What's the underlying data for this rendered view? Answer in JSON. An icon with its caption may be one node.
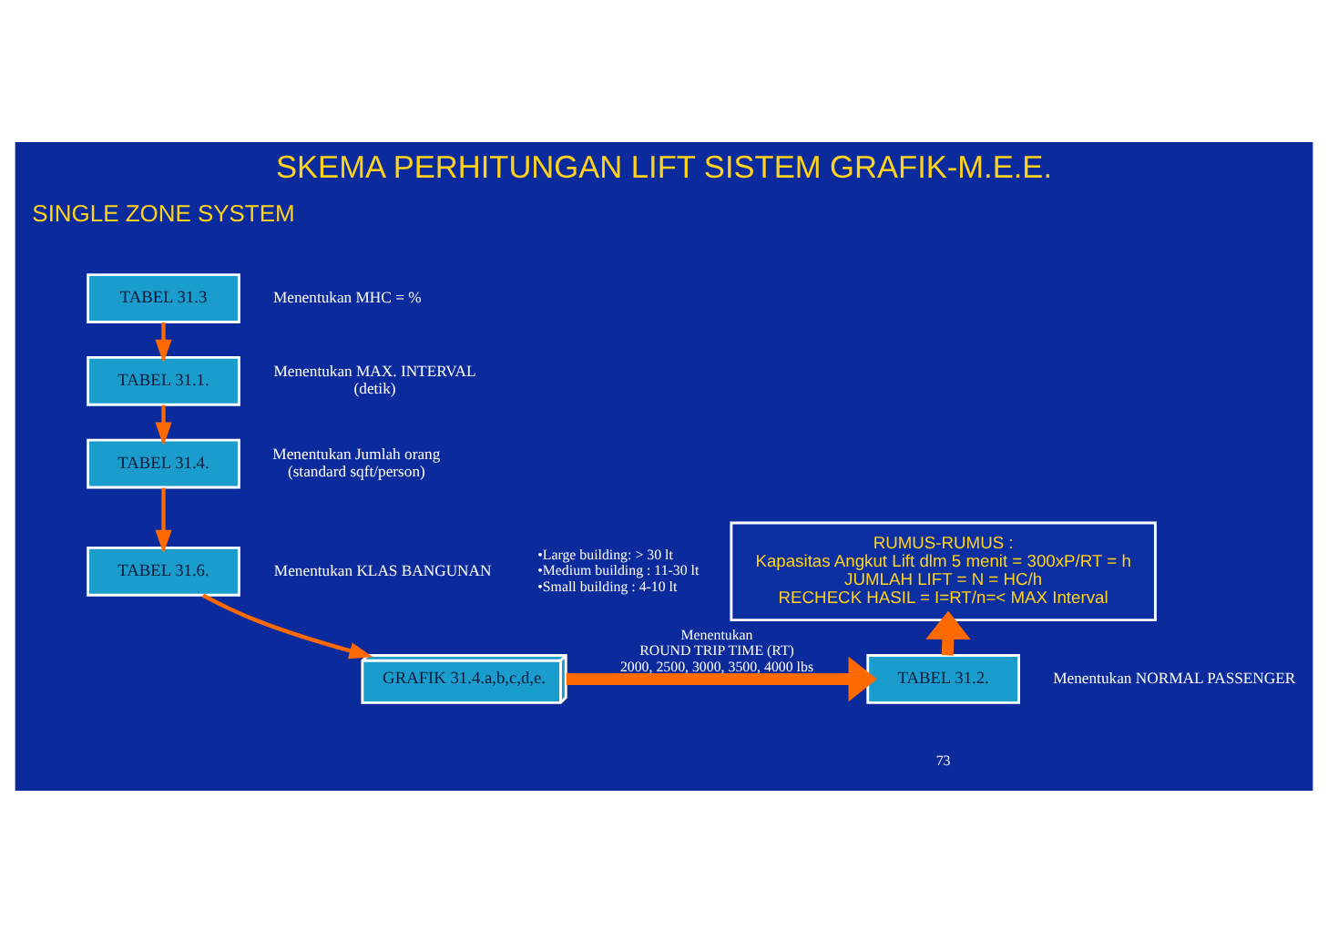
{
  "diagram": {
    "title": "SKEMA PERHITUNGAN LIFT SISTEM GRAFIK-M.E.E.",
    "nodes": [
      {
        "text": [
          "TABEL 31.3"
        ],
        "beside": [
          "Menentukan MHC = %"
        ]
      },
      {
        "text": [
          "TABEL 31.1."
        ],
        "beside": [
          "Menentukan MAX. INTERVAL (detik)"
        ]
      },
      {
        "text": [
          "TABEL 31.4."
        ],
        "beside": [
          "Menentukan Jumlah orang (standard sqft/person)"
        ]
      },
      {
        "text": [
          "TABEL 31.6."
        ],
        "beside": [
          "Menentukan KLAS BANGUNAN"
        ]
      },
      {
        "text": [
          "GRAFIK 31.4.a,b,c,d,e."
        ]
      },
      {
        "text": [
          "TABEL 31.2."
        ],
        "beside": [
          "Menentukan NORMAL PASSENGER"
        ]
      },
      {
        "text": [
          "RUMUS-RUMUS :",
          "Kapasitas Angkut Lift dlm 5 menit = 300xP/RT = h",
          "JUMLAH LIFT = N = HC/h",
          "RECHECK HASIL = I=RT/n=< MAX Interval"
        ]
      }
    ],
    "edges": [
      {
        "from": 0,
        "to": 1,
        "arrow": "to"
      },
      {
        "from": 1,
        "to": 2,
        "arrow": "to"
      },
      {
        "from": 2,
        "to": 3,
        "arrow": "to"
      },
      {
        "from": 3,
        "to": 4,
        "arrow": "to"
      },
      {
        "from": 4,
        "to": 5,
        "arrow": "to",
        "label": "Menentukan ROUND TRIP TIME (RT) 2000, 2500, 3000, 3500, 4000 lbs",
        "style": "thick"
      },
      {
        "from": 5,
        "to": 6,
        "arrow": "to",
        "style": "thick"
      }
    ],
    "labels": [
      "SINGLE ZONE SYSTEM",
      "•Large building: > 30 lt",
      "•Medium building : 11-30 lt",
      "•Small building : 4-10 lt",
      "73"
    ]
  }
}
